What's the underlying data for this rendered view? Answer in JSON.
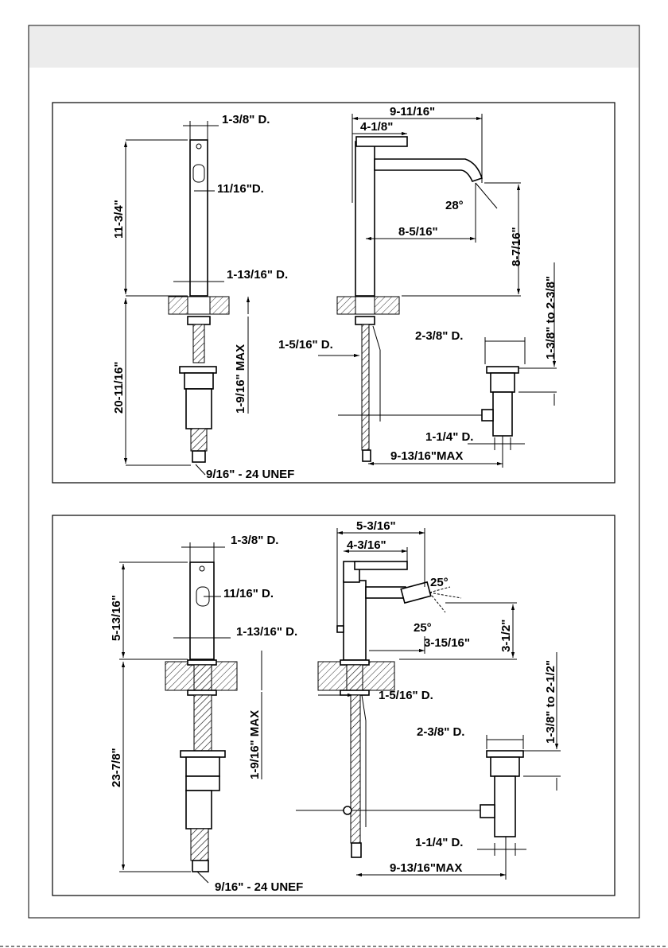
{
  "top_panel": {
    "front": {
      "d_spout": "1-3/8\" D.",
      "d_aerator": "11/16\"D.",
      "height": "11-3/4\"",
      "d_base": "1-13/16\" D.",
      "below_height": "20-11/16\"",
      "deck_max": "1-9/16\" MAX",
      "thread": "9/16\" - 24 UNEF"
    },
    "side": {
      "reach_total": "9-11/16\"",
      "lever": "4-1/8\"",
      "angle": "28°",
      "reach": "8-5/16\"",
      "spout_height": "8-7/16\"",
      "d_hole": "1-5/16\" D.",
      "d_drain": "2-3/8\" D.",
      "drain_range": "1-3/8\" to 2-3/8\"",
      "d_tail": "1-1/4\" D.",
      "rod_max": "9-13/16\"MAX"
    }
  },
  "bottom_panel": {
    "front": {
      "d_spout": "1-3/8\" D.",
      "d_aerator": "11/16\" D.",
      "height": "5-13/16\"",
      "d_base": "1-13/16\" D.",
      "below_height": "23-7/8\"",
      "deck_max": "1-9/16\" MAX",
      "thread": "9/16\" - 24 UNEF"
    },
    "side": {
      "reach_total": "5-3/16\"",
      "lever": "4-3/16\"",
      "angle_up": "25°",
      "angle_down": "25°",
      "reach": "3-15/16\"",
      "spout_height": "3-1/2\"",
      "d_hole": "1-5/16\" D.",
      "d_drain": "2-3/8\" D.",
      "drain_range": "1-3/8\" to 2-1/2\"",
      "d_tail": "1-1/4\" D.",
      "rod_max": "9-13/16\"MAX"
    }
  }
}
